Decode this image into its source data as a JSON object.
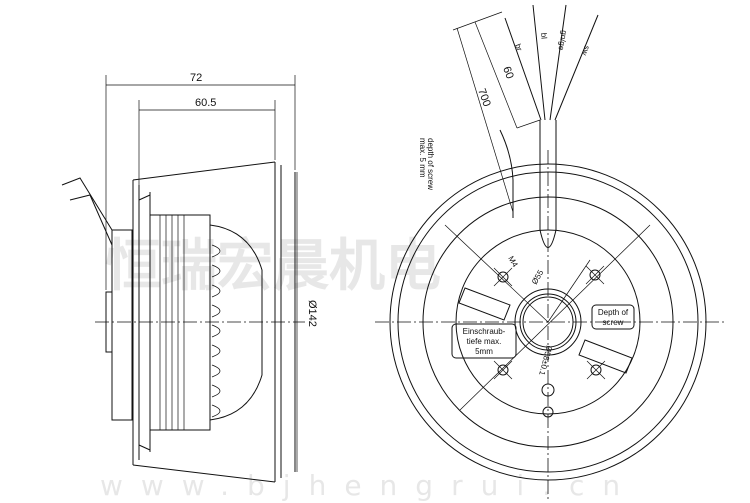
{
  "side_view": {
    "dim_overall_length": "72",
    "dim_body_length": "60.5",
    "dim_diameter": "Ø142"
  },
  "front_view": {
    "note_depth_of_screw": [
      "depth of screw",
      "max. 5 mm"
    ],
    "dim_cable_length": "700",
    "dim_strip_length": "60",
    "wire_labels": [
      "br",
      "bl",
      "gn/ge",
      "sw"
    ],
    "thread_label": "M4",
    "dim_hub_diameter": "Ø55",
    "dim_bolt_circle": "Ø58±0.1",
    "box_german": [
      "Einschraub-",
      "tiefe max.",
      "5mm"
    ],
    "box_english": [
      "Depth of",
      "screw"
    ]
  },
  "watermark": {
    "cn": "恒瑞宏晨机电",
    "url": "www.bjhengrui.cn"
  }
}
